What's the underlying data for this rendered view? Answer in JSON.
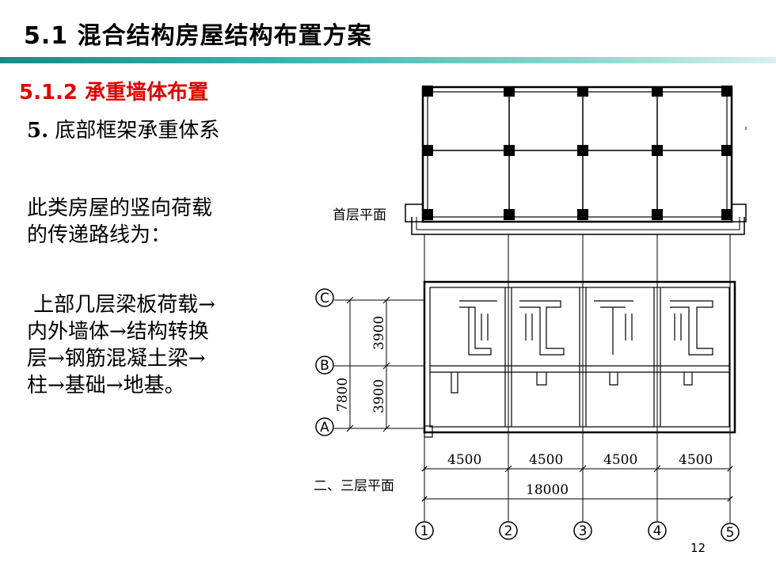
{
  "slide": {
    "title": "5.1 混合结构房屋结构布置方案",
    "subtitle": "5.1.2 承重墙体布置",
    "item_number": "5.",
    "item_text": "底部框架承重体系",
    "para1": [
      "此类房屋的竖向荷载",
      "的传递路线为："
    ],
    "para2": [
      " 上部几层梁板荷载→",
      "内外墙体→结构转换",
      "层→钢筋混凝土梁→",
      "柱→基础→地基。"
    ],
    "page_number": "12"
  },
  "drawing": {
    "ground_floor_label": "首层平面",
    "upper_floor_label": "二、三层平面",
    "bay_dims": [
      "4500",
      "4500",
      "4500",
      "4500"
    ],
    "total_width": "18000",
    "span_dims": [
      "3900",
      "3900"
    ],
    "total_depth": "7800",
    "row_axes": [
      "C",
      "B",
      "A"
    ],
    "col_axes": [
      "1",
      "2",
      "3",
      "4",
      "5"
    ]
  }
}
